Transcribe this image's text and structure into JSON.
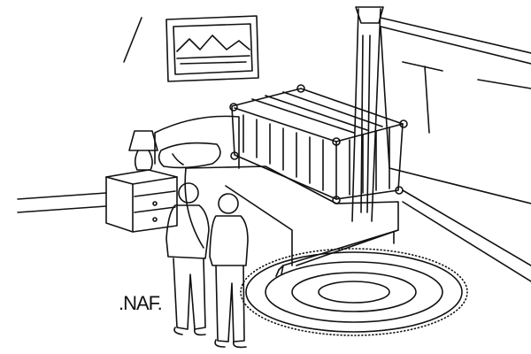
{
  "artwork": {
    "type": "line-drawing cartoon",
    "description": "Bedroom scene: two men stand looking at a bed with a large crib/cage structure on top of it. Framed landscape picture on wall, nightstand with lamp, window with curtain, oval braided rug.",
    "signature": ".NAF."
  },
  "colors": {
    "ink": "#111111",
    "paper": "#ffffff"
  }
}
